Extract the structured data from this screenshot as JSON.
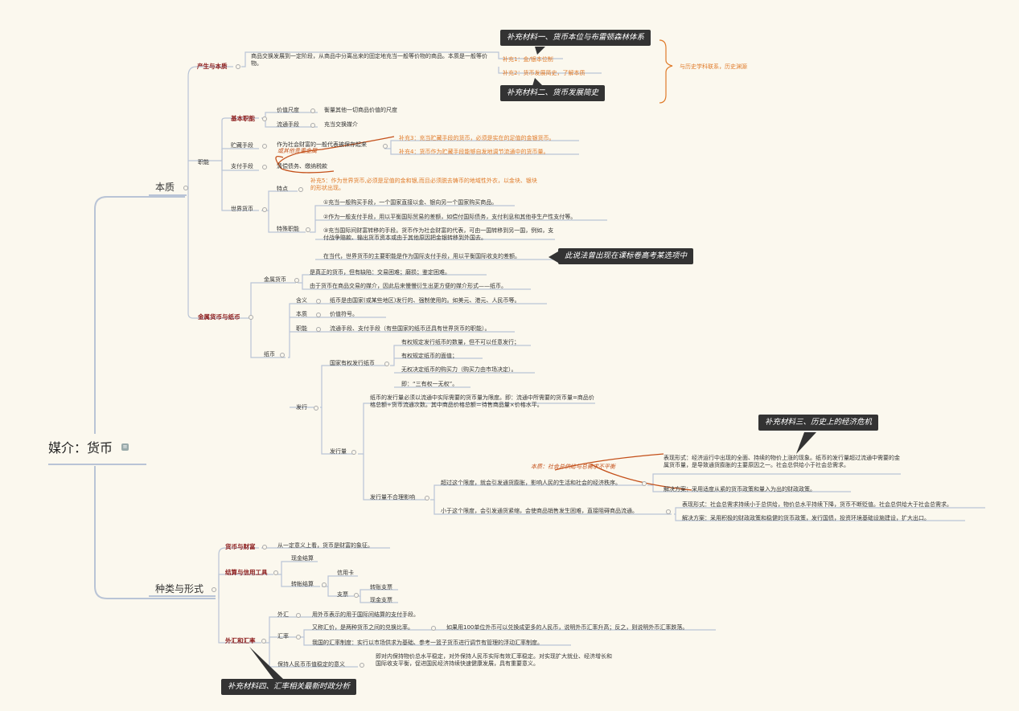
{
  "root": "媒介：货币",
  "branches": {
    "benzhi": "本质",
    "zhonglei": "种类与形式"
  },
  "chansheng": {
    "title": "产生与本质",
    "text": "商品交换发展到一定阶段，从商品中分离出来的固定地充当一般等价物的商品。本质是一般等价物。",
    "sup1": "补充1：金/银本位制",
    "sup2": "补充2：货币发展简史，了解本质",
    "note": "与历史学科联系，历史渊源"
  },
  "zhineng": {
    "title": "职能",
    "jiben": "基本职能",
    "jiazhi_chidu": "价值尺度",
    "jiazhi_chidu_desc": "衡量其他一切商品价值的尺度",
    "liutong": "流通手段",
    "liutong_desc": "充当交换媒介",
    "zhucang": "贮藏手段",
    "zhucang_desc": "作为社会财富的一般代表被保存起来",
    "zhucang_hand": "或其他贵重金属",
    "sup3": "补充3：充当贮藏手段的货币，必须是实在的足值的金银货币。",
    "sup4": "补充4：货币作为贮藏手段能够自发地调节流通中的货币量。",
    "zhifu": "支付手段",
    "zhifu_desc": "清偿债务、缴纳税款",
    "shijie": "世界货币",
    "tedian": "特点",
    "sup5": "补充5：作为世界货币,必须是足值的金和银,而且必须脱去铸币的地域性外衣，以金块、银块的形状出现。",
    "teshu": "特殊职能",
    "teshu1": "①充当一般购买手段，一个国家直接以金、银向另一个国家购买商品。",
    "teshu2": "②作为一般支付手段，用以平衡国际贸易的差额，如偿付国际债务，支付利息和其他非生产性支付等。",
    "teshu3": "③充当国际间财富转移的手段。货币作为社会财富的代表，可由一国转移到另一国，例如，支付战争赔款、输出货币资本或由于其他原因把金银转移到外国去。",
    "teshu4": "在当代，世界货币的主要职能是作为国际支付手段，用以平衡国际收支的差额。"
  },
  "jinshu": {
    "title": "金属货币与纸币",
    "jinshu_huobi": "金属货币",
    "jh1": "是真正的货币，但有缺陷：交易困难；磨损；鉴定困难。",
    "jh2": "由于货币在商品交易的媒介，因此后来慢慢衍生出更方便的媒介形式——纸币。",
    "zhibi": "纸币",
    "hanyi": "含义",
    "hanyi_desc": "纸币是由国家(或某些地区)发行的、强制使用的。如美元、港元、人民币等。",
    "benzhi": "本质",
    "benzhi_desc": "价值符号。",
    "zn": "职能",
    "zn_desc": "流通手段、支付手段（有些国家的纸币还具有世界货币的职能）。",
    "faxing": "发行",
    "guojia": "国家有权发行纸币",
    "gj1": "有权规定发行纸币的数量，但不可以任意发行；",
    "gj2": "有权规定纸币的面值；",
    "gj3": "无权决定纸币的购买力（购买力由市场决定）。",
    "gj4": "即：“三有权一无权”。",
    "faxingliang": "发行量",
    "fxl_desc": "纸币的发行量必须以流通中实际需要的货币量为限度。即：流通中所需要的货币量=商品价格总额÷货币流通次数。其中商品价格总额＝待售商品量×价格水平。",
    "buheli": "发行量不合理影响",
    "chaoguo": "超过这个限度，就会引发通货膨胀，影响人民的生活和社会的经济秩序。",
    "benzhi_hand": "本质：社会总供给与总需求不平衡",
    "pz1": "表现形式：经济运行中出现的全面、持续的物价上涨的现象。纸币的发行量超过流通中需要的金属货币量，是导致通货膨胀的主要原因之一。社会总供给小于社会总需求。",
    "pz2": "解决方案：采用适度从紧的货币政策和量入为出的财政政策。",
    "xiaoyu": "小于这个限度，会引发通货紧缩，会使商品销售发生困难，直接阻碍商品流通。",
    "js1": "表现形式：社会总需求持续小于总供给，物价总水平持续下降，货币不断贬值。社会总供给大于社会总需求。",
    "js2": "解决方案：采用积极的财政政策和稳健的货币政策，发行国债，投资环境基础设施建设，扩大出口。"
  },
  "zl": {
    "caifu": "货币与财富",
    "caifu_desc": "从一定意义上看，货币是财富的象征。",
    "jiesuan": "结算与信用工具",
    "xianjin": "现金结算",
    "zhuanzhang": "转帐结算",
    "xinyongka": "信用卡",
    "zhipiao": "支票",
    "zzzp": "转账支票",
    "xjzp": "现金支票",
    "waihui": "外汇和汇率",
    "wh": "外汇",
    "wh_desc": "用外币表示的用于国际间结算的支付手段。",
    "hl": "汇率",
    "hl1": "又称汇价，是两种货币之间的兑换比率。",
    "hl1b": "如果用100单位外币可以兑换成更多的人民币，说明外币汇率升高；反之，则说明外币汇率跌落。",
    "hl2": "我国的汇率制度：实行以市场供求为基础、参考一篮子货币进行调节有管理的浮动汇率制度。",
    "baochi": "保持人民币币值稳定的意义",
    "baochi_desc": "即对内保持物价总水平稳定，对外保持人民币实际有效汇率稳定。对实现扩大就业、经济增长和国际收支平衡，促进国民经济持续快速健康发展，具有重要意义。"
  },
  "callouts": {
    "c1": "补充材料一、货币本位与布雷顿森林体系",
    "c2": "补充材料二、货币发展简史",
    "c3": "此说法曾出现在课标卷高考某选项中",
    "c4": "补充材料三、历史上的经济危机",
    "c5": "补充材料四、汇率相关最新时政分析"
  },
  "colors": {
    "background": "#fbf8ee",
    "branch": "#b9c4d6",
    "highlight": "#e07b2a",
    "callout": "#333333"
  }
}
